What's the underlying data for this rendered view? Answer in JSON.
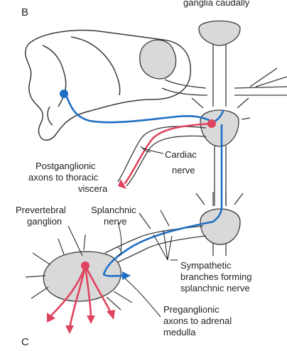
{
  "panel_labels": {
    "top": "B",
    "bottom": "C"
  },
  "top_caption": "ganglia caudally",
  "labels": {
    "postganglionic": [
      "Postganglionic",
      "axons to thoracic",
      "viscera"
    ],
    "cardiac": [
      "Cardiac",
      "nerve"
    ],
    "prevertebral": [
      "Prevertebral",
      "ganglion"
    ],
    "splanchnic": [
      "Splanchnic",
      "nerve"
    ],
    "sympathetic_branches": [
      "Sympathetic",
      "branches forming",
      "splanchnic nerve"
    ],
    "preganglionic_adrenal": [
      "Preganglionic",
      "axons to adrenal",
      "medulla"
    ]
  },
  "colors": {
    "preganglionic_axon": "#1f6fc4",
    "postganglionic_axon": "#e0435e",
    "ganglion_fill": "#d9d9d9",
    "outline": "#3a3a3a",
    "cell_body_blue": "#1f6fc4",
    "cell_body_red": "#e0435e"
  }
}
